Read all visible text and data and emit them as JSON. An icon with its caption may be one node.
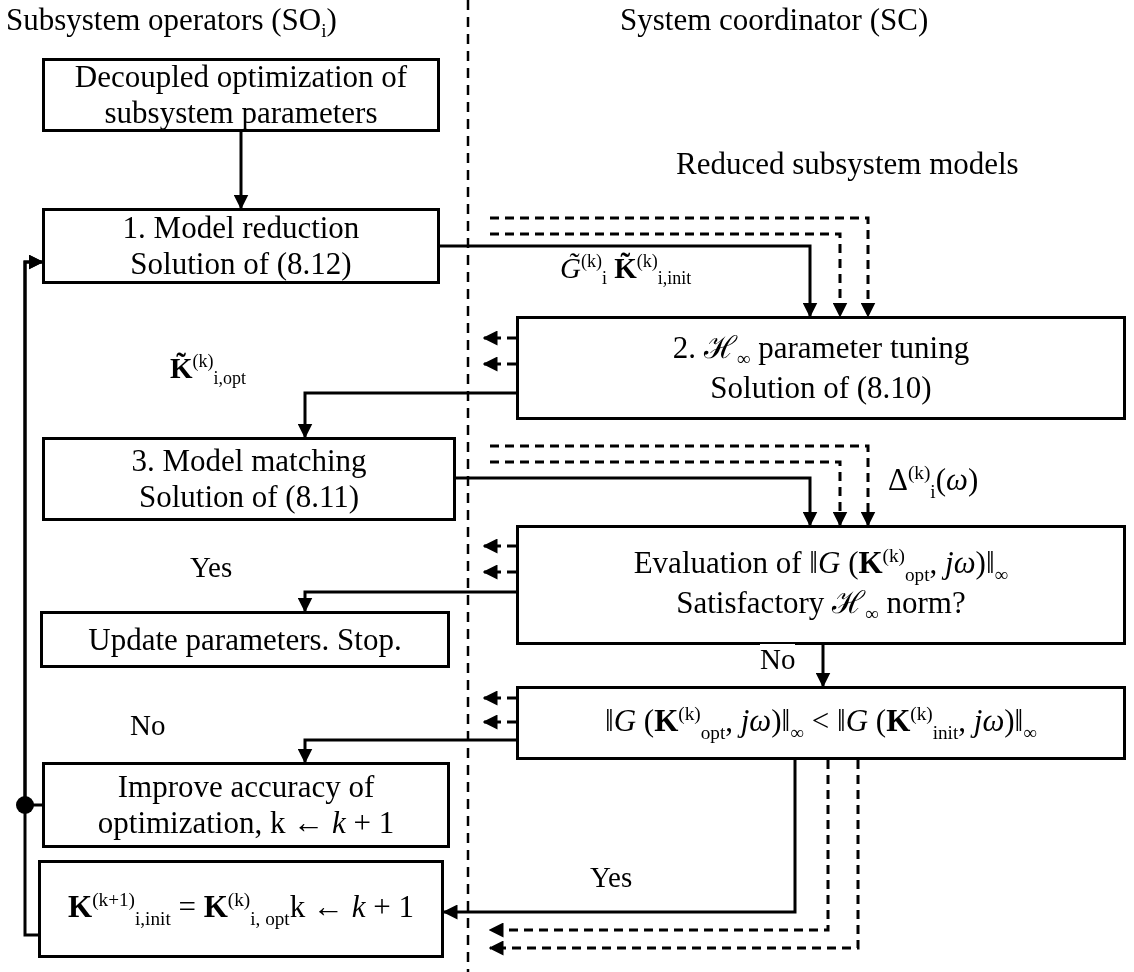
{
  "diagram": {
    "nodes": [
      {
        "text": [
          "Decoupled optimization of subsystem parameters"
        ]
      },
      {
        "text": [
          "1. Model reduction",
          "Solution of (8.12)"
        ]
      },
      {
        "text": [
          "2. ℋ$_{∞}$ parameter tuning",
          "Solution of (8.10)"
        ]
      },
      {
        "text": [
          "3. Model matching",
          "Solution of (8.11)"
        ]
      },
      {
        "text": [
          "Evaluation of ‖*G* (**K**$^{(k)}$$_{opt}$, *jω*)‖$_{∞}$",
          "Satisfactory ℋ$_{∞}$ norm?"
        ]
      },
      {
        "text": [
          "Update parameters. Stop."
        ]
      },
      {
        "text": [
          "‖*G* (**K**$^{(k)}$$_{opt}$, *jω*)‖$_{∞}$ < ‖*G* (**K**$^{(k)}$$_{init}$, *jω*)‖$_{∞}$"
        ]
      },
      {
        "text": [
          "Improve accuracy of optimization, k ← *k* + 1"
        ]
      },
      {
        "text": [
          "**K**$^{(k+1)}$$_{i,init}$ = **K**$^{(k)}$$_{i, opt}$k ← *k* + 1"
        ]
      }
    ],
    "edges": [
      {
        "from": 0,
        "to": 1,
        "arrow": "to"
      },
      {
        "from": 1,
        "to": 2,
        "arrow": "to",
        "label": "*G̃*$^{(k)}$$_{i}$  **K̃**$^{(k)}$$_{i,init}$"
      },
      {
        "from": null,
        "to": 2,
        "arrow": "to",
        "style": "dashed"
      },
      {
        "from": null,
        "to": 2,
        "arrow": "to",
        "style": "dashed"
      },
      {
        "from": 2,
        "to": null,
        "arrow": "to",
        "style": "dashed"
      },
      {
        "from": 2,
        "to": null,
        "arrow": "to",
        "style": "dashed"
      },
      {
        "from": 2,
        "to": 3,
        "arrow": "to",
        "label": "**K̃**$^{(k)}$$_{i,opt}$"
      },
      {
        "from": 3,
        "to": 4,
        "arrow": "to"
      },
      {
        "from": null,
        "to": 4,
        "arrow": "to",
        "style": "dashed"
      },
      {
        "from": null,
        "to": 4,
        "arrow": "to",
        "style": "dashed"
      },
      {
        "from": 4,
        "to": null,
        "arrow": "to",
        "style": "dashed"
      },
      {
        "from": 4,
        "to": null,
        "arrow": "to",
        "style": "dashed"
      },
      {
        "from": 4,
        "to": 5,
        "arrow": "to",
        "label": "Yes"
      },
      {
        "from": 4,
        "to": 6,
        "arrow": "to",
        "label": "No"
      },
      {
        "from": 6,
        "to": null,
        "arrow": "to",
        "style": "dashed"
      },
      {
        "from": 6,
        "to": null,
        "arrow": "to",
        "style": "dashed"
      },
      {
        "from": 6,
        "to": 7,
        "arrow": "to",
        "label": "No"
      },
      {
        "from": 6,
        "to": 8,
        "arrow": "to",
        "label": "Yes"
      },
      {
        "from": 6,
        "to": null,
        "arrow": "to",
        "style": "dashed"
      },
      {
        "from": 6,
        "to": null,
        "arrow": "to",
        "style": "dashed"
      },
      {
        "from": 8,
        "to": 1,
        "arrow": "to"
      },
      {
        "from": 7,
        "to": 1,
        "arrow": "to"
      }
    ],
    "labels": [
      "Subsystem operators (SO$_{i}$)",
      "System coordinator (SC)",
      "Reduced subsystem models",
      "Δ$^{(k)}$$_{i}$(*ω*)"
    ]
  }
}
